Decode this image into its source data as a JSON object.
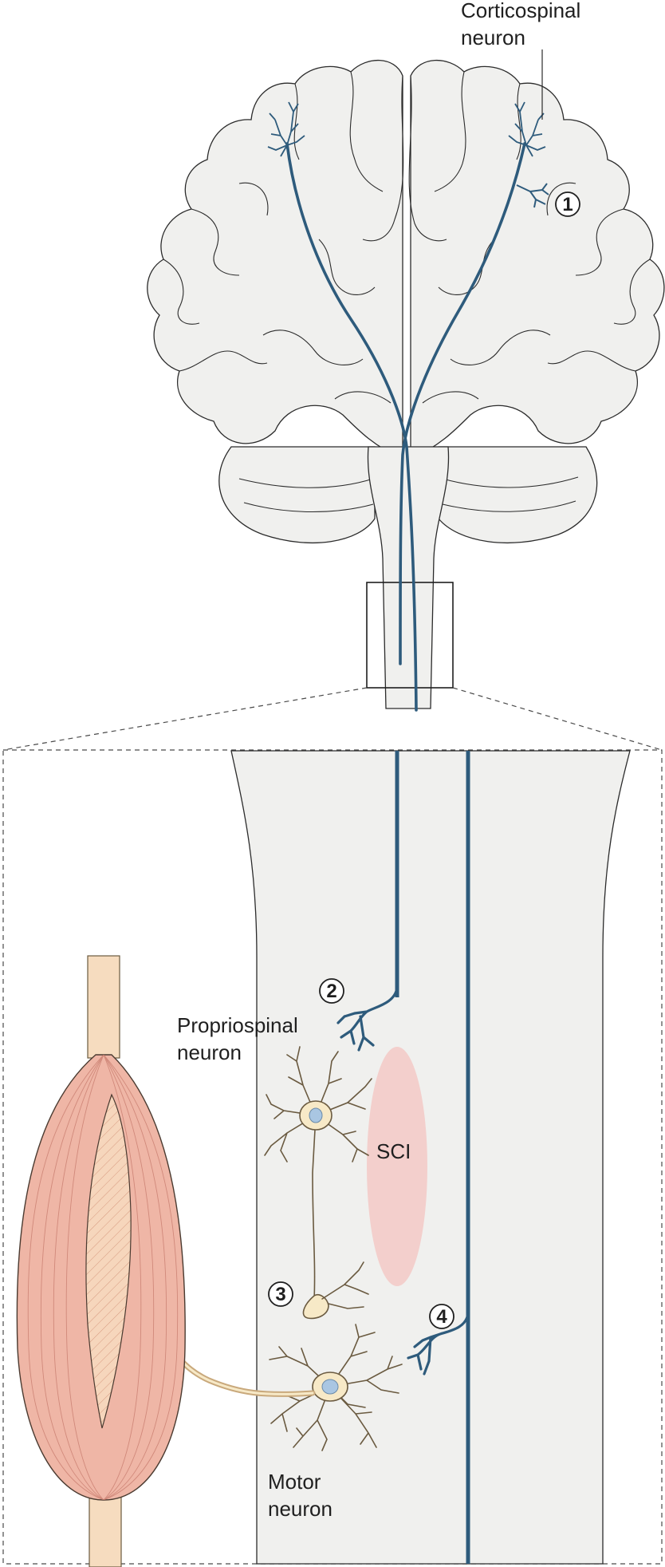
{
  "labels": {
    "corticospinal_line1": "Corticospinal",
    "corticospinal_line2": "neuron",
    "propriospinal_line1": "Propriospinal",
    "propriospinal_line2": "neuron",
    "motor_line1": "Motor",
    "motor_line2": "neuron",
    "sci": "SCI"
  },
  "markers": [
    "1",
    "2",
    "3",
    "4"
  ],
  "colors": {
    "tissue": "#f0f0ee",
    "outline": "#2b2b2b",
    "axon": "#2e5b7c",
    "neuron_fill": "#f7e9c7",
    "neuron_outline": "#6a5a40",
    "nucleus": "#a9c6e2",
    "lesion": "#f3cfcc",
    "muscle": "#efb6a6",
    "muscle_fiber": "#c97e70",
    "tendon": "#f6dcbf"
  }
}
